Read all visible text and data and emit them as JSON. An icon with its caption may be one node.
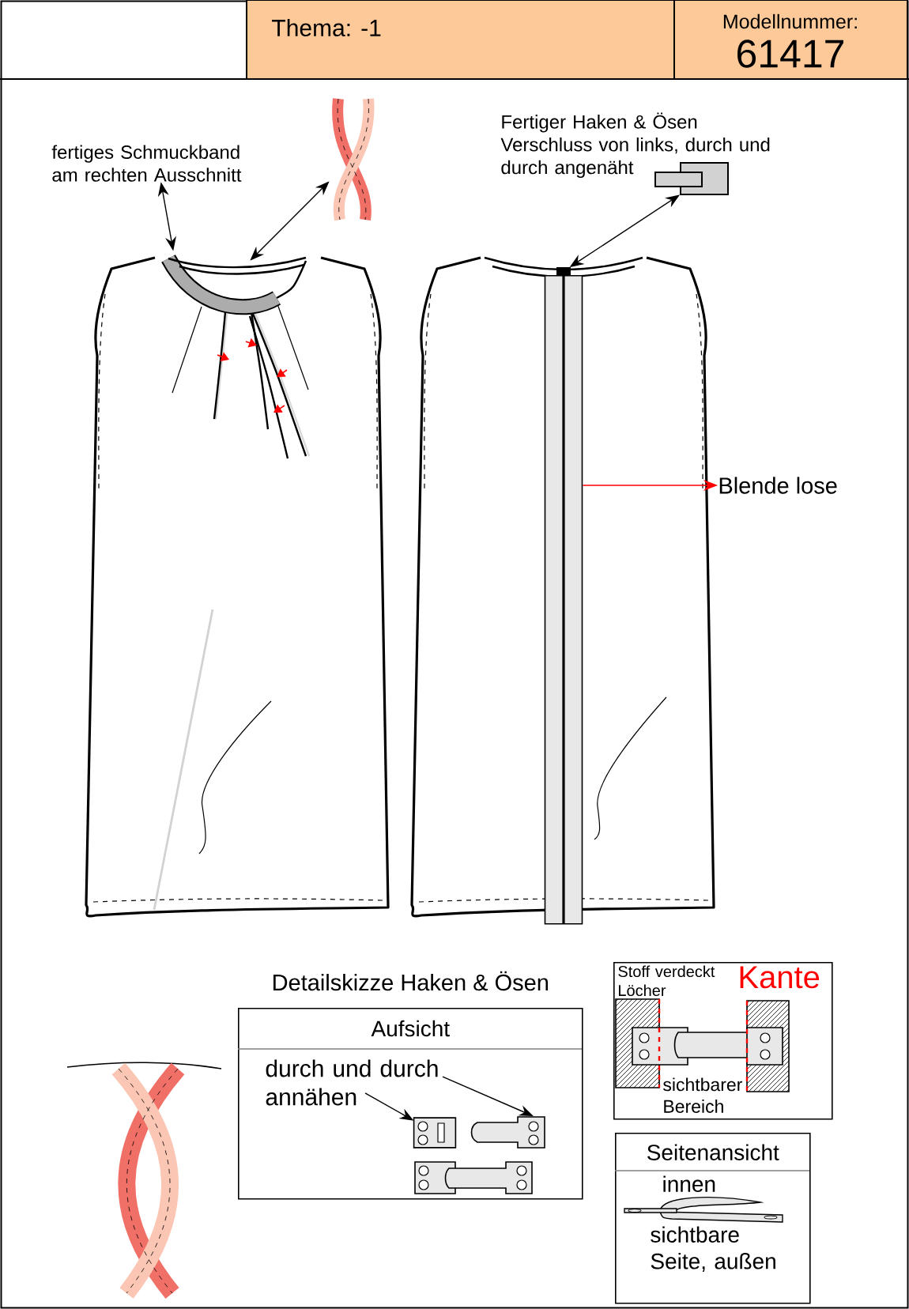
{
  "diagram": {
    "nodes": [
      {
        "text": [
          "fertiges Schmuckband am rechten Ausschnitt"
        ]
      },
      {
        "text": [],
        "shape": "picture"
      },
      {
        "text": [],
        "shape": "picture"
      },
      {
        "text": [],
        "shape": "picture"
      },
      {
        "text": [
          "Fertiger Haken & Ösen Verschluss von links, durch und durch angenäht"
        ]
      },
      {
        "text": [],
        "shape": "box"
      },
      {
        "text": [],
        "shape": "box"
      },
      {
        "text": [
          "Blende lose"
        ]
      },
      {
        "text": [],
        "shape": "bar"
      },
      {
        "text": [
          "Detailskizze Haken & Ösen",
          "Aufsicht"
        ]
      },
      {
        "text": [
          "durch und durch annähen"
        ],
        "in": 9
      },
      {
        "text": [],
        "shape": "picture",
        "in": 9
      },
      {
        "text": [],
        "shape": "picture",
        "in": 9
      },
      {
        "text": [],
        "shape": "picture",
        "in": 9
      },
      {
        "text": [
          "Stoff verdeckt Löcher",
          "Kante",
          "sichtbarer Bereich"
        ]
      },
      {
        "text": [
          "Seitenansicht",
          "innen",
          "sichtbare Seite, außen"
        ]
      }
    ],
    "edges": [
      {
        "from": 0,
        "to": 1,
        "arrow": "both"
      },
      {
        "from": 3,
        "to": 2,
        "arrow": "both"
      },
      {
        "from": 6,
        "to": 5,
        "arrow": "both"
      },
      {
        "from": 8,
        "to": 7,
        "arrow": "to",
        "color": "#ff0000"
      },
      {
        "from": 10,
        "to": 11,
        "arrow": "to"
      },
      {
        "from": 10,
        "to": 12,
        "arrow": "to"
      }
    ],
    "labels": [
      "Thema: -1",
      "Modellnummer:",
      "61417"
    ]
  }
}
